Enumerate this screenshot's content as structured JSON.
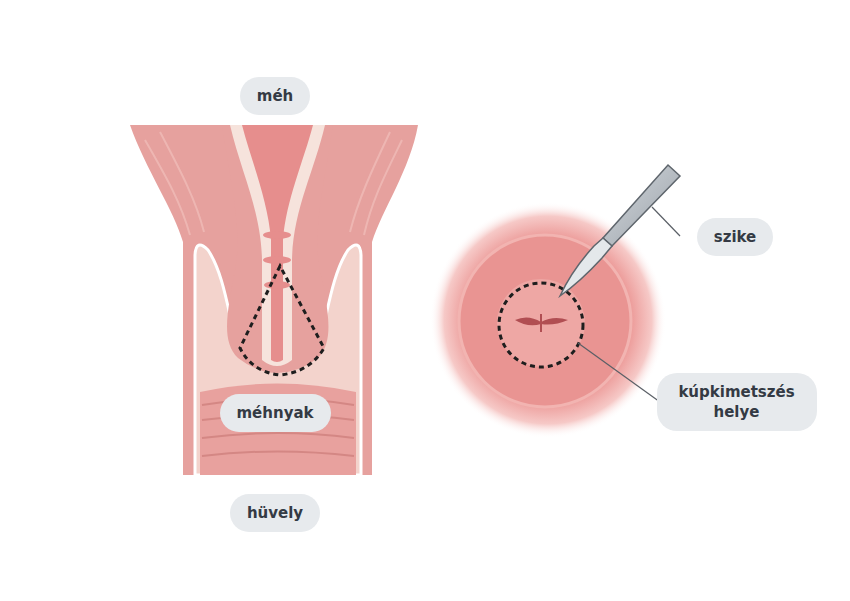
{
  "diagram": {
    "nodes": [
      {
        "text": [
          "méh"
        ]
      },
      {
        "text": [
          "szike"
        ]
      },
      {
        "text": [
          "kúpkimetszés helye"
        ]
      },
      {
        "text": [
          "méhnyak"
        ]
      },
      {
        "text": [
          "hüvely"
        ]
      }
    ]
  }
}
